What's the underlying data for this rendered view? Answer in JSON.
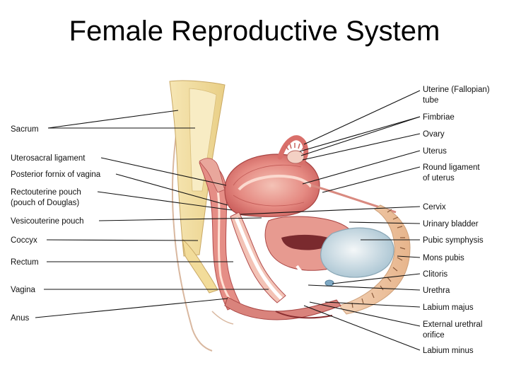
{
  "title": "Female Reproductive System",
  "labels": {
    "sacrum": "Sacrum",
    "uterosacral_ligament": "Uterosacral ligament",
    "posterior_fornix": "Posterior fornix of vagina",
    "rectouterine_pouch_1": "Rectouterine pouch",
    "rectouterine_pouch_2": "(pouch of Douglas)",
    "vesicouterine_pouch": "Vesicouterine pouch",
    "coccyx": "Coccyx",
    "rectum": "Rectum",
    "vagina": "Vagina",
    "anus": "Anus",
    "uterine_tube_1": "Uterine (Fallopian)",
    "uterine_tube_2": "tube",
    "fimbriae": "Fimbriae",
    "ovary": "Ovary",
    "uterus": "Uterus",
    "round_ligament_1": "Round ligament",
    "round_ligament_2": "of uterus",
    "cervix": "Cervix",
    "urinary_bladder": "Urinary bladder",
    "pubic_symphysis": "Pubic symphysis",
    "mons_pubis": "Mons pubis",
    "clitoris": "Clitoris",
    "urethra": "Urethra",
    "labium_majus": "Labium majus",
    "external_urethral_1": "External urethral",
    "external_urethral_2": "orifice",
    "labium_minus": "Labium minus"
  },
  "colors": {
    "muscle": "#e07a7a",
    "muscle_dark": "#b84848",
    "tissue_pink": "#f2b6a8",
    "bone_yellow": "#f2dc9a",
    "bone_light": "#f8ecc4",
    "bladder_blue": "#c9dbe6",
    "fat": "#f6d9a8"
  }
}
